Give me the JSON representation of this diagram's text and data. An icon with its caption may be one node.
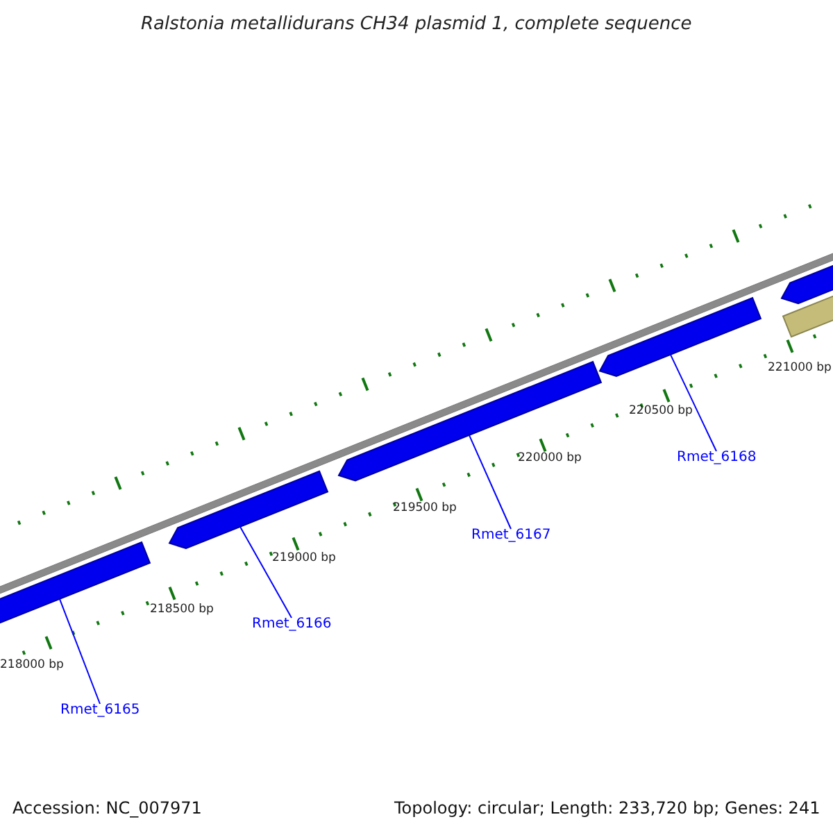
{
  "diagram": {
    "title": "Ralstonia metallidurans CH34 plasmid 1, complete sequence",
    "nodes": [
      {
        "text": [],
        "shape": "bar"
      },
      {
        "text": [],
        "shape": "arrow"
      },
      {
        "text": [],
        "shape": "arrow"
      },
      {
        "text": [],
        "shape": "arrow"
      },
      {
        "text": [],
        "shape": "arrow"
      },
      {
        "text": [],
        "shape": "bar"
      },
      {
        "text": [
          "Rmet_6165"
        ]
      },
      {
        "text": [
          "Rmet_6166"
        ]
      },
      {
        "text": [
          "Rmet_6167"
        ]
      },
      {
        "text": [
          "Rmet_6168"
        ]
      }
    ],
    "edges": [
      {
        "from": 6,
        "to": 0,
        "arrow": "none"
      },
      {
        "from": 7,
        "to": 1,
        "arrow": "none"
      },
      {
        "from": 8,
        "to": 2,
        "arrow": "none"
      },
      {
        "from": 9,
        "to": 3,
        "arrow": "none"
      }
    ],
    "labels": [
      "221000 bp",
      "220500 bp",
      "220000 bp",
      "219500 bp",
      "219000 bp",
      "218500 bp",
      "218000 bp",
      "Accession: NC_007971",
      "Topology: circular; Length: 233,720 bp; Genes: 241"
    ]
  }
}
